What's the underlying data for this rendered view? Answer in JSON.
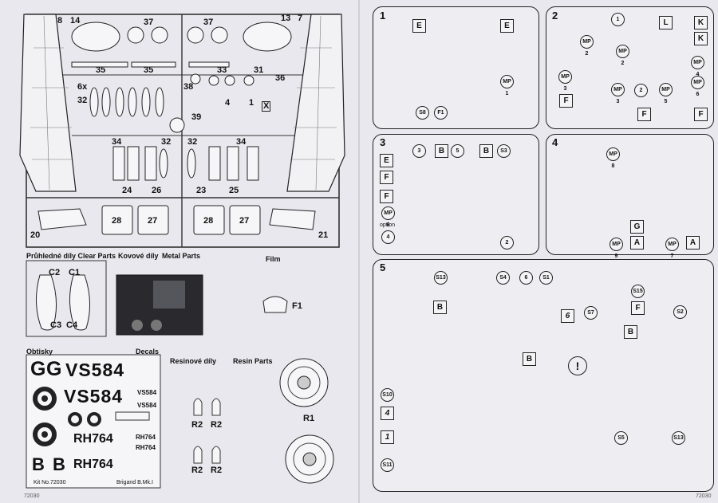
{
  "sprue": {
    "part_numbers": [
      "8",
      "14",
      "37",
      "37",
      "13",
      "7",
      "35",
      "35",
      "33",
      "31",
      "38",
      "36",
      "6x",
      "32",
      "4",
      "1",
      "X",
      "39",
      "34",
      "32",
      "32",
      "34",
      "24",
      "26",
      "23",
      "25",
      "28",
      "27",
      "28",
      "27",
      "20",
      "21"
    ]
  },
  "sections": {
    "clear_parts_title": "Průhledné díly Clear Parts",
    "clear_parts": [
      "C2",
      "C1",
      "C3",
      "C4"
    ],
    "metal_parts_title_cz": "Kovové díly",
    "metal_parts_title_en": "Metal Parts",
    "film_title": "Film",
    "film_part": "F1",
    "decals_title_cz": "Obtisky",
    "decals_title_en": "Decals",
    "resin_title_cz": "Resinové díly",
    "resin_title_en": "Resin Parts",
    "resin_parts": [
      "R2",
      "R2",
      "R2",
      "R2"
    ],
    "resin_r1": "R1"
  },
  "decals": {
    "row1_code": "G",
    "row1_code2": "G",
    "serial_big": "VS584",
    "serial_big2": "VS584",
    "serial_small": "VS584",
    "serial_small2": "VS584",
    "rh_big": "RH764",
    "rh_big2": "RH764",
    "rh_small": "RH764",
    "rh_small2": "RH764",
    "bb": "B",
    "bb2": "B",
    "kit_no": "Kit No.72030",
    "kit_name": "Brigand B.Mk.I"
  },
  "steps": [
    {
      "no": "1",
      "labels": [
        "E",
        "E",
        "MP 1",
        "S8",
        "F1"
      ]
    },
    {
      "no": "2",
      "labels": [
        "1",
        "MP 2",
        "MP 2",
        "MP 3",
        "MP 3",
        "F",
        "L",
        "K",
        "K",
        "MP 4",
        "2",
        "MP 5",
        "MP 6",
        "F",
        "F"
      ]
    },
    {
      "no": "3",
      "labels": [
        "3",
        "B",
        "5",
        "B",
        "S3",
        "E",
        "F",
        "F",
        "MP 6",
        "option",
        "4",
        "2"
      ]
    },
    {
      "no": "4",
      "labels": [
        "MP 8",
        "G",
        "MP 9",
        "A",
        "MP 7",
        "A"
      ]
    },
    {
      "no": "5",
      "labels": [
        "S13",
        "S4",
        "6",
        "S1",
        "S15",
        "F",
        "B",
        "S7",
        "6",
        "B",
        "S2",
        "B",
        "S10",
        "4",
        "1",
        "S11",
        "S5",
        "S13"
      ]
    }
  ],
  "footer": {
    "left": "72030",
    "right": "72030"
  }
}
